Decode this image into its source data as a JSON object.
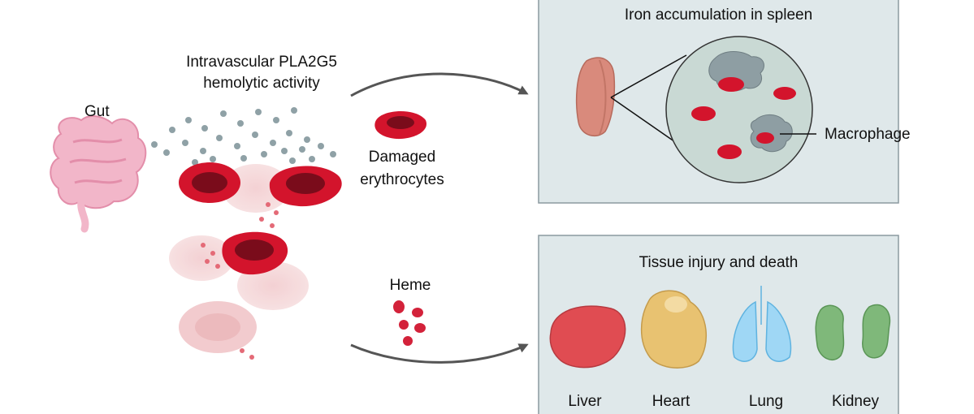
{
  "gut": {
    "label": "Gut"
  },
  "pla2g5": {
    "line1": "Intravascular PLA2G5",
    "line2": "hemolytic activity"
  },
  "damaged": {
    "line1": "Damaged",
    "line2": "erythrocytes"
  },
  "heme": {
    "label": "Heme"
  },
  "spleen_panel": {
    "title": "Iron accumulation in spleen",
    "macrophage_label": "Macrophage"
  },
  "tissue_panel": {
    "title": "Tissue injury and death",
    "organs": [
      "Liver",
      "Heart",
      "Lung",
      "Kidney"
    ]
  },
  "colors": {
    "panel_bg": "#dfe8ea",
    "panel_border": "#8c9aa0",
    "rbc": "#c8102e",
    "rbc_dark": "#7a0c1b",
    "arrow": "#555555"
  }
}
